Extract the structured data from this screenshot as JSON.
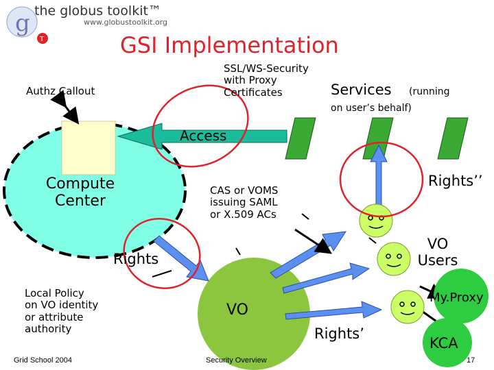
{
  "header": {
    "logo_text": "the globus toolkit™",
    "logo_url": "www.globustoolkit.org",
    "title": "GSI Implementation"
  },
  "labels": {
    "ssl_ws_security": "SSL/WS-Security\nwith Proxy\nCertificates",
    "authz_callout": "Authz Callout",
    "services": "Services",
    "services_running": "(running",
    "services_behalf": "on user’s behalf)",
    "access": "Access",
    "compute_center": "Compute\nCenter",
    "cas_voms": "CAS or VOMS\nissuing SAML\nor X.509 ACs",
    "rights_double": "Rights’’",
    "vo_users": "VO\nUsers",
    "rights": "Rights",
    "local_policy": "Local Policy\non VO identity\nor attribute\nauthority",
    "vo": "VO",
    "myproxy": "My.Proxy",
    "rights_single": "Rights’",
    "kca": "KCA"
  },
  "footer": {
    "left": "Grid School 2004",
    "center": "Security Overview",
    "page": "17"
  },
  "colors": {
    "title_red": "#e0222b",
    "compute_center_fill": "#80ffe6",
    "access_arrow_fill": "#1abc9c",
    "vo_fill": "#8cc63f",
    "service_fill": "#3aaa35",
    "myproxy_fill": "#2ecc40",
    "user_face_fill": "#ccff66",
    "blue_arrow_fill": "#5b8ff0",
    "authz_box_fill": "#ffffcc",
    "circle_red": "#e0222b"
  }
}
